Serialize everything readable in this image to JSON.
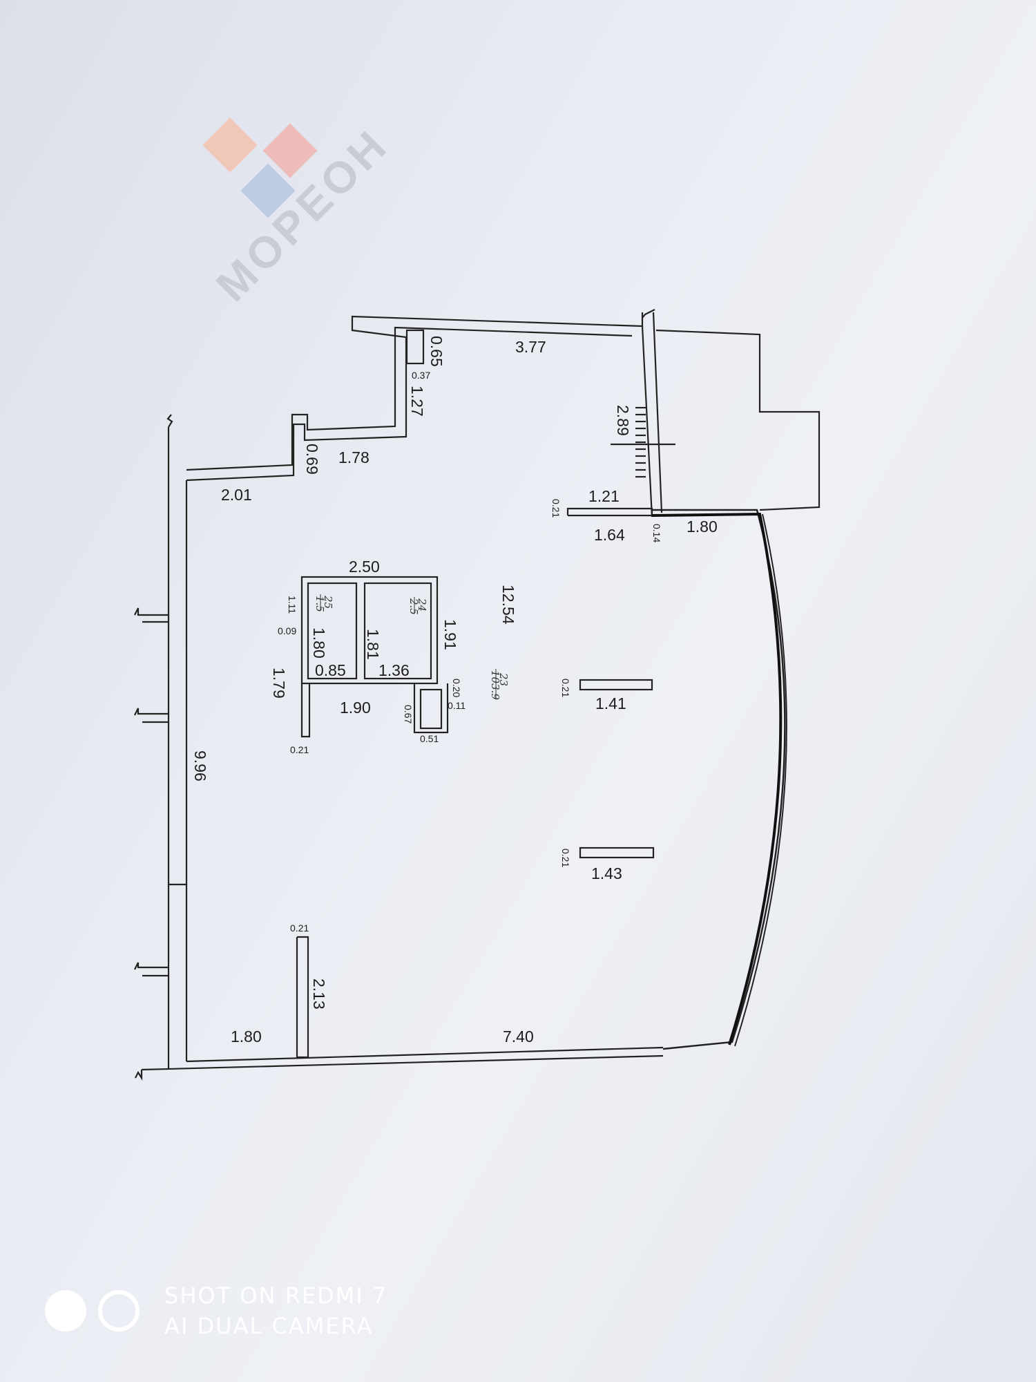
{
  "watermark": {
    "brand": "МОРЕОН",
    "colors": [
      "#f4c4ae",
      "#f2b6b0",
      "#b8c7e4",
      "#c3cde0"
    ]
  },
  "camera_stamp": {
    "line1": "SHOT ON REDMI 7",
    "line2": "AI DUAL CAMERA"
  },
  "room_labels": {
    "room25_num": "25",
    "room25_area": "1.5",
    "room24_num": "24",
    "room24_area": "2.5",
    "room23_num": "23",
    "room23_area": "103.9"
  },
  "dimensions": {
    "d_0_65": "0.65",
    "d_0_37": "0.37",
    "d_1_27": "1.27",
    "d_3_77": "3.77",
    "d_2_89": "2.89",
    "d_1_21": "1.21",
    "d_0_21_stair": "0.21",
    "d_1_64": "1.64",
    "d_0_14": "0.14",
    "d_1_80_top": "1.80",
    "d_0_69": "0.69",
    "d_1_78": "1.78",
    "d_2_01": "2.01",
    "d_2_50": "2.50",
    "d_12_54": "12.54",
    "d_1_11": "1.11",
    "d_0_09": "0.09",
    "d_1_80_wc": "1.80",
    "d_1_81": "1.81",
    "d_1_91": "1.91",
    "d_0_85": "0.85",
    "d_1_36": "1.36",
    "d_1_79": "1.79",
    "d_1_90": "1.90",
    "d_0_20": "0.20",
    "d_0_11": "0.11",
    "d_0_67": "0.67",
    "d_0_51": "0.51",
    "d_0_21_a": "0.21",
    "d_0_21_c1": "0.21",
    "d_1_41": "1.41",
    "d_0_21_c2": "0.21",
    "d_1_43": "1.43",
    "d_9_96": "9.96",
    "d_0_21_b": "0.21",
    "d_2_13": "2.13",
    "d_1_80_bottom": "1.80",
    "d_7_40": "7.40"
  }
}
